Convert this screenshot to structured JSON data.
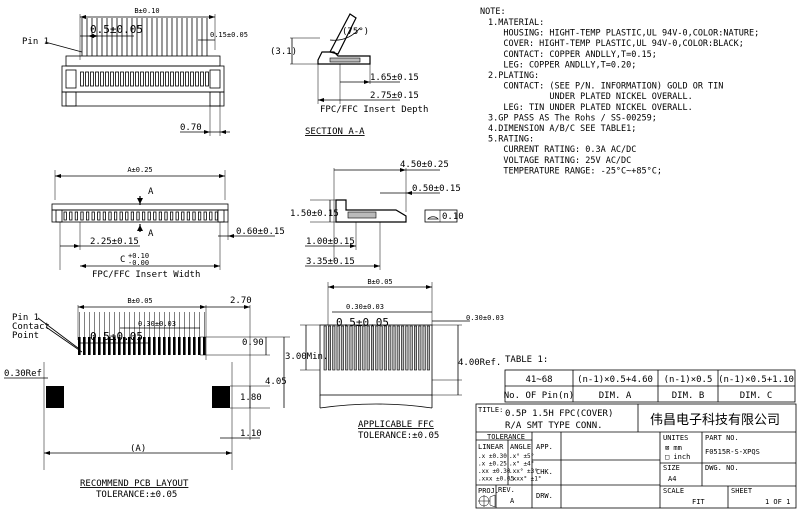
{
  "drawing": {
    "top_view": {
      "dim_b": "B±0.10",
      "pitch": "0.5±0.05",
      "pin_w": "0.15±0.05",
      "pin1": "Pin 1",
      "d070": "0.70"
    },
    "section": {
      "angle": "(75°)",
      "h31": "(3.1)",
      "d165": "1.65±0.15",
      "d275": "2.75±0.15",
      "insert_depth": "FPC/FFC Insert Depth",
      "title": "SECTION A-A"
    },
    "front_view": {
      "dim_a": "A±0.25",
      "a1": "A",
      "a2": "A",
      "d225": "2.25±0.15",
      "c": "C",
      "c_tol_top": "+0.10",
      "c_tol_bot": "-0.00",
      "d060": "0.60±0.15",
      "insert_width": "FPC/FFC Insert Width"
    },
    "side_view": {
      "d450": "4.50±0.25",
      "d050": "0.50±0.15",
      "d150": "1.50±0.15",
      "flat": "0.10",
      "d100": "1.00±0.15",
      "d335": "3.35±0.15"
    },
    "pcb_layout": {
      "dim_b": "B±0.05",
      "d270": "2.70",
      "pin1": "Pin 1",
      "contact": "Contact",
      "point": "Point",
      "pad": "0.30±0.03",
      "pitch": "0.5±0.05",
      "d090": "0.90",
      "d030ref": "0.30Ref",
      "d180": "1.80",
      "d405": "4.05",
      "d110": "1.10",
      "a": "(A)",
      "title": "RECOMMEND PCB LAYOUT",
      "tolerance": "TOLERANCE:±0.05"
    },
    "ffc": {
      "dim_b": "B±0.05",
      "d030a": "0.30±0.03",
      "pitch": "0.5±0.05",
      "d030b": "0.30±0.03",
      "min": "3.00Min.",
      "ref": "4.00Ref.",
      "title": "APPLICABLE FFC",
      "tolerance": "TOLERANCE:±0.05"
    }
  },
  "notes": {
    "header": "NOTE:",
    "lines": [
      "1.MATERIAL:",
      "   HOUSING: HIGHT-TEMP PLASTIC,UL 94V-0,COLOR:NATURE;",
      "   COVER: HIGHT-TEMP PLASTIC,UL 94V-0,COLOR:BLACK;",
      "   CONTACT: COPPER ANDLLY,T=0.15;",
      "   LEG: COPPER ANDLLY,T=0.20;",
      "2.PLATING:",
      "   CONTACT: (SEE P/N. INFORMATION) GOLD OR TIN",
      "            UNDER PLATED NICKEL OVERALL.",
      "   LEG: TIN UNDER PLATED NICKEL OVERALL.",
      "3.GP PASS AS The Rohs / SS-00259;",
      "4.DIMENSION A/B/C SEE TABLE1;",
      "5.RATING:",
      "   CURRENT RATING: 0.3A AC/DC",
      "   VOLTAGE RATING: 25V AC/DC",
      "   TEMPERATURE RANGE: -25°C~+85°C;"
    ]
  },
  "table1": {
    "label": "TABLE 1:",
    "row1": [
      "41~68",
      "(n-1)×0.5+4.60",
      "(n-1)×0.5",
      "(n-1)×0.5+1.10"
    ],
    "row2": [
      "No. OF Pin(n)",
      "DIM. A",
      "DIM. B",
      "DIM. C"
    ]
  },
  "title_block": {
    "title_label": "TITLE:",
    "title1": "0.5P 1.5H FPC(COVER)",
    "title2": "R/A SMT TYPE CONN.",
    "company": "伟昌电子科技有限公司",
    "tolerance": "TOLERANCE",
    "linear": "LINEAR",
    "angle": "ANGLE",
    "lin_vals": [
      ".x  ±0.30",
      ".x  ±0.25",
      ".xx ±0.30",
      ".xxx ±0.05"
    ],
    "ang_vals": [
      ".x°  ±5°",
      ".x°  ±4°",
      ".xx° ±3°",
      ".xxx° ±1°"
    ],
    "app": "APP.",
    "chk": "CHK.",
    "drw": "DRW.",
    "proj": "PROJ.",
    "rev": "REV.",
    "rev_val": "A",
    "units": "UNITES",
    "mm": "⊠ mm",
    "inch": "□ inch",
    "size": "SIZE",
    "size_val": "A4",
    "scale": "SCALE",
    "scale_val": "FIT",
    "part_no": "PART NO.",
    "part_val": "F0515R-S-XPQS",
    "dwg_no": "DWG. NO.",
    "sheet": "SHEET",
    "sheet_val": "1 OF 1"
  }
}
